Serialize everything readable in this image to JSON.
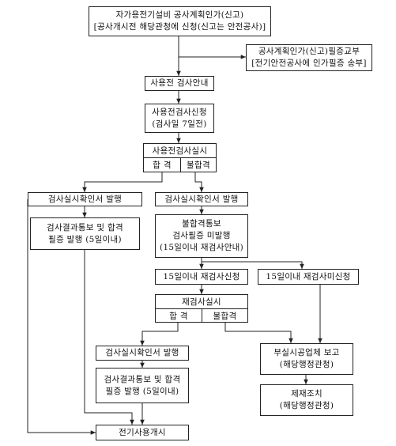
{
  "diagram": {
    "nodes": {
      "plan_approval": [
        "자가용전기설비 공사계획인가(신고)",
        "[공사개시전 해당관청에 신청(신고는 안전공사)]"
      ],
      "certificate_send": [
        "공사계획인가(신고)필증교부",
        "[전기안전공사에 인가필증 송부]"
      ],
      "pre_use_guide": [
        "사용전 검사안내"
      ],
      "pre_use_request": [
        "사용전검사신청",
        "(검사일 7일전)"
      ],
      "pre_use_inspection": {
        "title": "사용전검사실시",
        "pass": "합 격",
        "fail": "불합격"
      },
      "pass_certificate": [
        "검사실시확인서 발행"
      ],
      "pass_notice": [
        "검사결과통보 및 합격",
        "필증 발행 (5일이내)"
      ],
      "fail_certificate": [
        "검사실시확인서 발행"
      ],
      "fail_notice": [
        "불합격통보",
        "검사필증 미발행",
        "(15일이내 재검사안내)"
      ],
      "reinspect_request": [
        "15일이내 재검사신청"
      ],
      "no_reinspect": [
        "15일이내 재검사미신청"
      ],
      "reinspection": {
        "title": "재검사실시",
        "pass": "합 격",
        "fail": "불합격"
      },
      "re_pass_certificate": [
        "검사실시확인서 발행"
      ],
      "re_pass_notice": [
        "검사결과통보 및 합격",
        "필증 발행 (5일이내)"
      ],
      "report": [
        "부실시공업체 보고",
        "(해당행정관청)"
      ],
      "sanction": [
        "제재조치",
        "(해당행정관청)"
      ],
      "start_use": [
        "전기사용개시"
      ]
    }
  }
}
